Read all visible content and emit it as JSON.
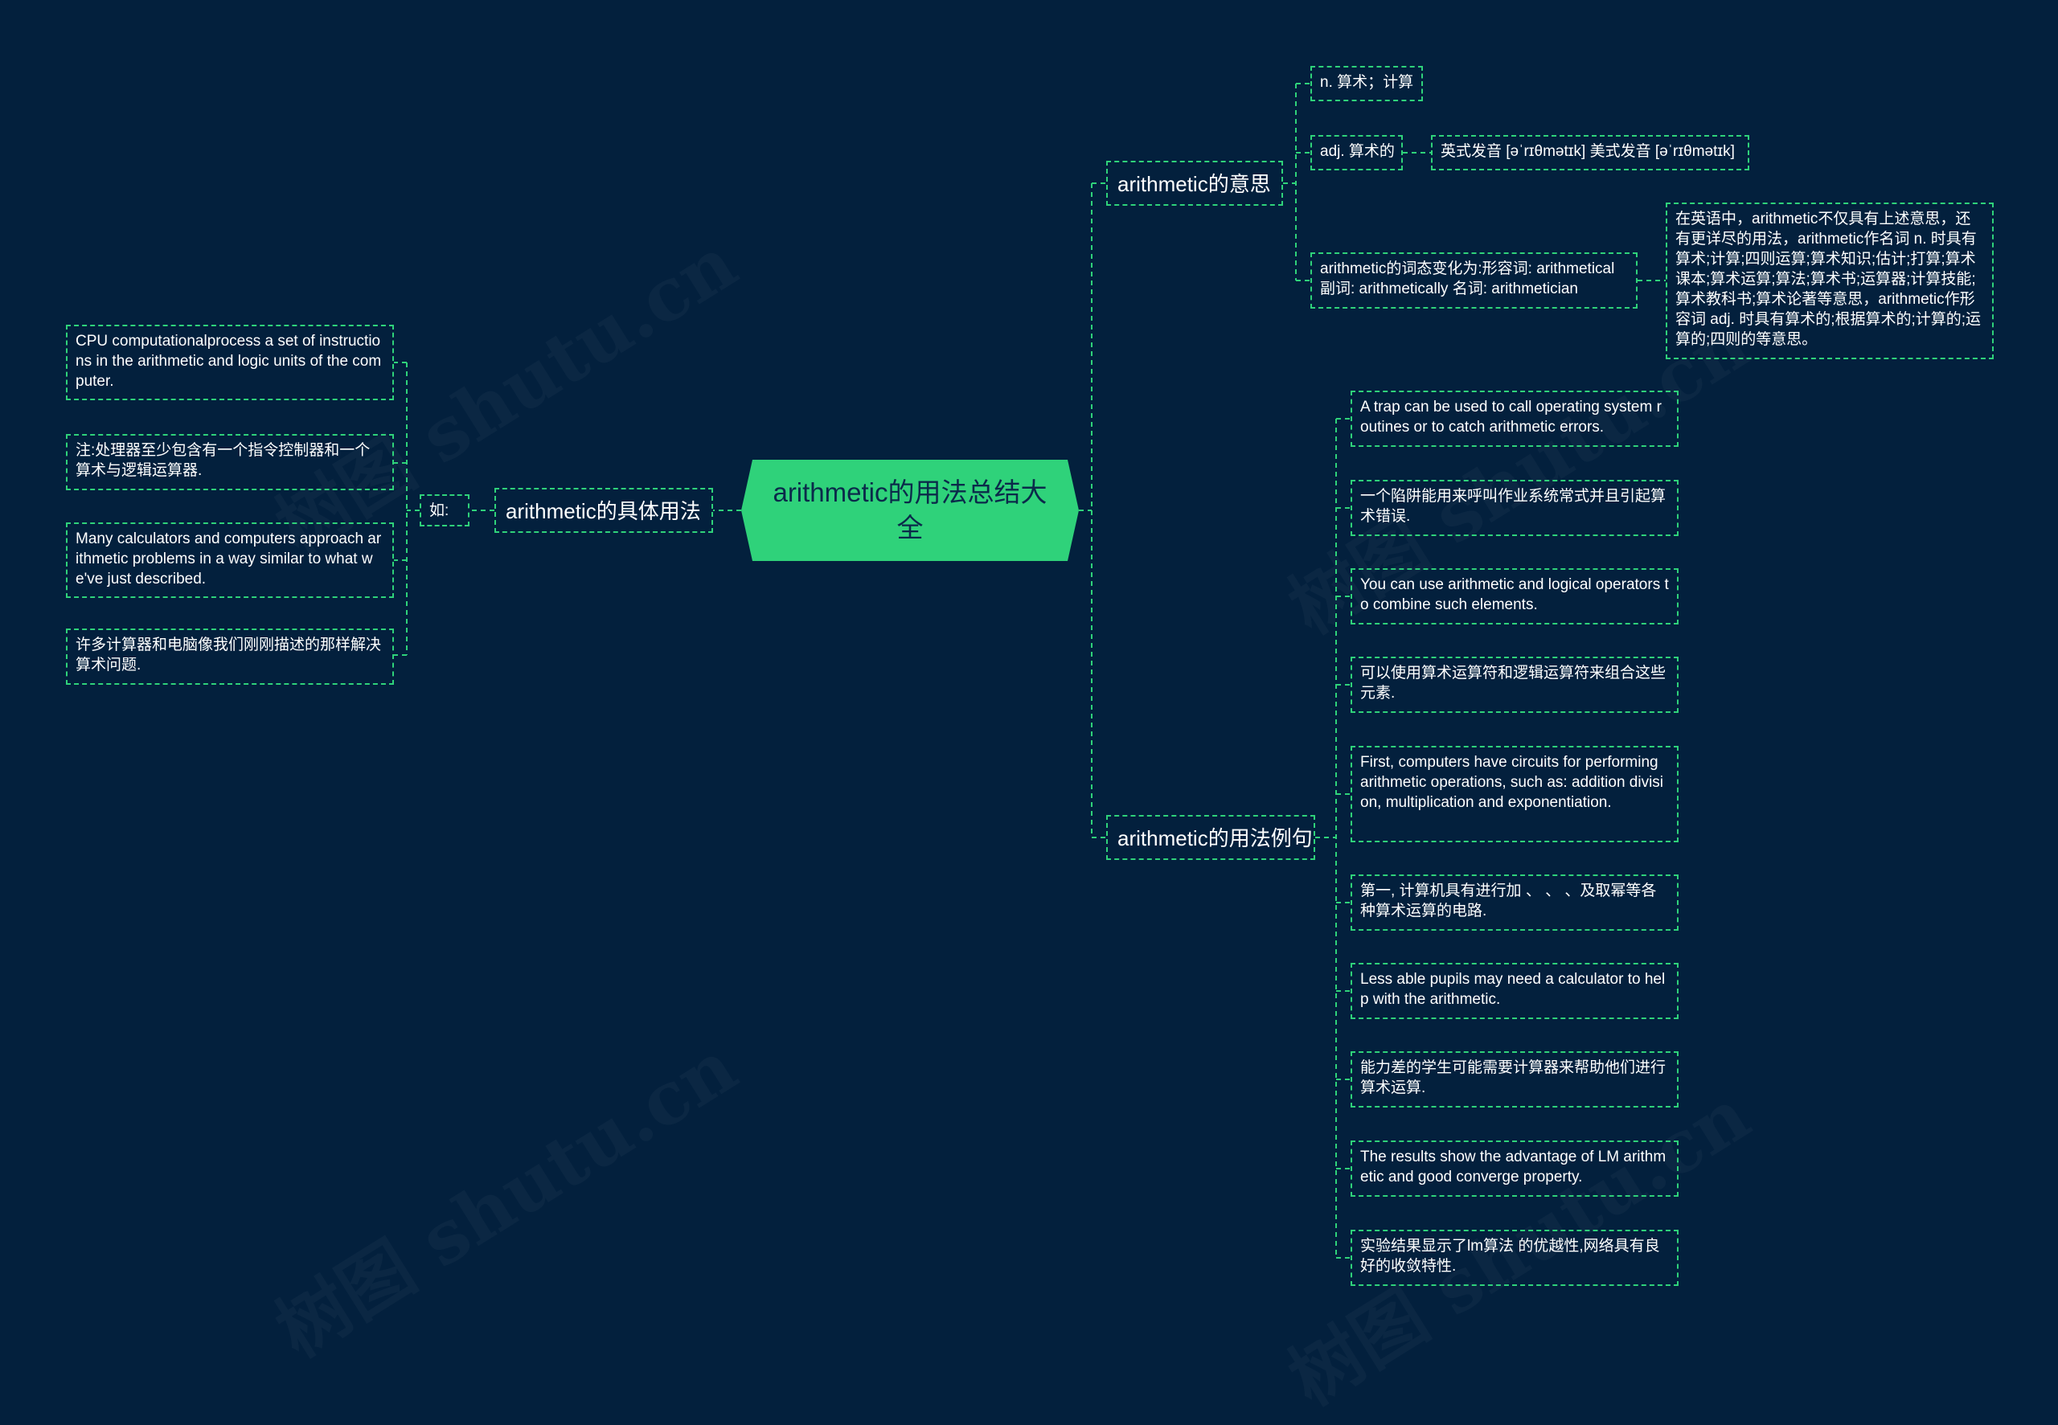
{
  "watermark": "树图 shutu.cn",
  "root": {
    "label": "arithmetic的用法总结大全"
  },
  "branches": {
    "meaning": {
      "label": "arithmetic的意思",
      "items": [
        {
          "text": "n. 算术；计算"
        },
        {
          "text": "adj. 算术的",
          "child": "英式发音 [əˈrɪθmətɪk] 美式发音 [əˈrɪθmətɪk]"
        },
        {
          "text": "arithmetic的词态变化为:形容词: arithmetical 副词: arithmetically 名词: arithmetician",
          "child": "在英语中，arithmetic不仅具有上述意思，还有更详尽的用法，arithmetic作名词 n. 时具有算术;计算;四则运算;算术知识;估计;打算;算术课本;算术运算;算法;算术书;运算器;计算技能;算术教科书;算术论著等意思，arithmetic作形容词 adj. 时具有算术的;根据算术的;计算的;运算的;四则的等意思。"
        }
      ]
    },
    "usage": {
      "label": "arithmetic的具体用法",
      "connector": "如:",
      "items": [
        "CPU computationalprocess a set of instructions in the arithmetic and logic units of the computer.",
        "注:处理器至少包含有一个指令控制器和一个算术与逻辑运算器.",
        "Many calculators and computers approach arithmetic problems in a way similar to what we've just described.",
        "许多计算器和电脑像我们刚刚描述的那样解决算术问题."
      ]
    },
    "examples": {
      "label": "arithmetic的用法例句",
      "items": [
        "A trap can be used to call operating system routines or to catch arithmetic errors.",
        "一个陷阱能用来呼叫作业系统常式并且引起算术错误.",
        "You can use arithmetic and logical operators to combine such elements.",
        "可以使用算术运算符和逻辑运算符来组合这些元素.",
        "First, computers have circuits for performing arithmetic operations, such as: addition division, multiplication and exponentiation.",
        "第一, 计算机具有进行加 、 、 、及取幂等各种算术运算的电路.",
        "Less able pupils may need a calculator to help with the arithmetic.",
        "能力差的学生可能需要计算器来帮助他们进行算术运算.",
        "The results show the advantage of LM arithmetic and good converge property.",
        "实验结果显示了lm算法 的优越性,网络具有良好的收敛特性."
      ]
    }
  },
  "colors": {
    "background": "#03203d",
    "accent": "#2fd27a",
    "text": "#ffffff"
  }
}
